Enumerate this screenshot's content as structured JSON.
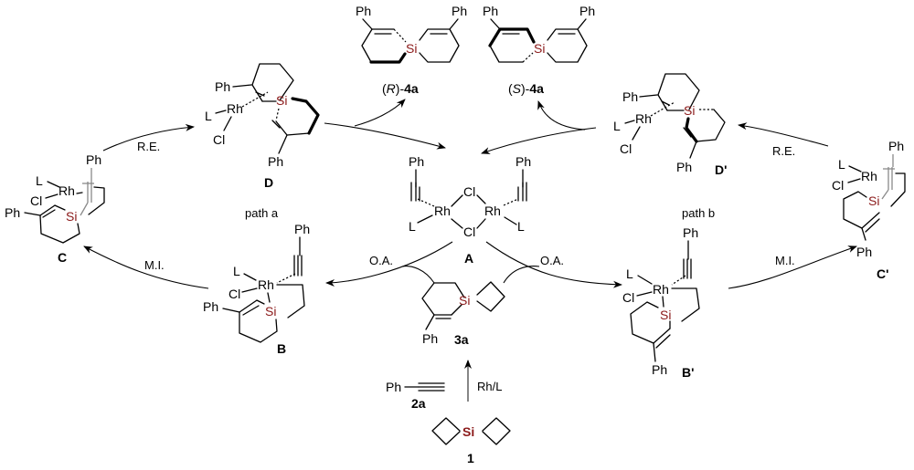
{
  "title": "Proposed mechanism for Rh-catalyzed synthesis of spirosilacycles",
  "colors": {
    "text": "#000000",
    "silicon": "#8b1a1a",
    "gray_bond": "#8a8a8a"
  },
  "atoms": {
    "ph": "Ph",
    "si": "Si",
    "rh": "Rh",
    "cl": "Cl",
    "l": "L"
  },
  "compounds": {
    "A": {
      "label": "A"
    },
    "B": {
      "label": "B"
    },
    "B_prime": {
      "label": "B'"
    },
    "C": {
      "label": "C"
    },
    "C_prime": {
      "label": "C'"
    },
    "D": {
      "label": "D"
    },
    "D_prime": {
      "label": "D'"
    },
    "product_R": {
      "stereo": "R",
      "label": "4a"
    },
    "product_S": {
      "stereo": "S",
      "label": "4a"
    },
    "intermediate_3a": {
      "label": "3a"
    },
    "alkyne_2a": {
      "label": "2a"
    },
    "substrate_1": {
      "label": "1"
    }
  },
  "paths": {
    "a": "path a",
    "b": "path b"
  },
  "steps": {
    "oa_left": "O.A.",
    "oa_right": "O.A.",
    "mi_left": "M.I.",
    "mi_right": "M.I.",
    "re_left": "R.E.",
    "re_right": "R.E.",
    "catalyst": "Rh/L"
  }
}
